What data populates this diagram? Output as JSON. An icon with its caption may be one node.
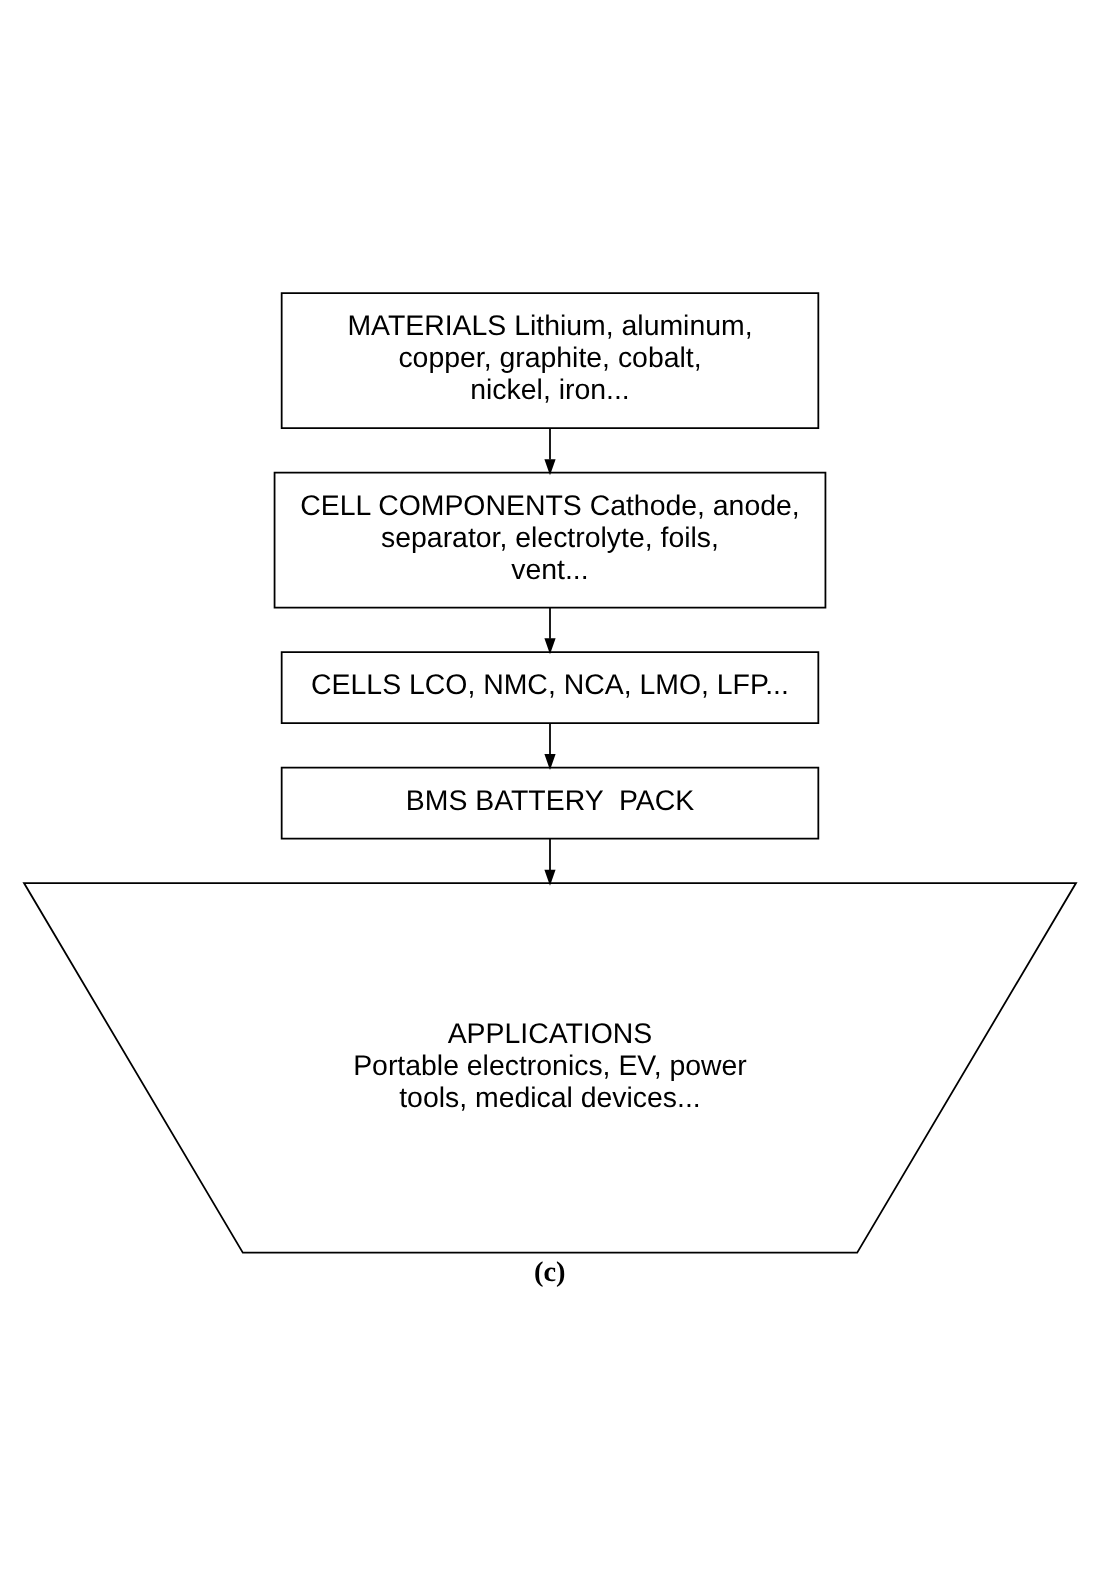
{
  "diagram": {
    "caption": "(c)",
    "nodes": [
      {
        "text": [
          "MATERIALS Lithium, aluminum, copper, graphite, cobalt, nickel, iron..."
        ]
      },
      {
        "text": [
          "CELL COMPONENTS Cathode, anode, separator, electrolyte, foils, vent..."
        ]
      },
      {
        "text": [
          "CELLS LCO, NMC, NCA, LMO, LFP..."
        ]
      },
      {
        "text": [
          "BMS BATTERY  PACK"
        ]
      },
      {
        "text": [
          "APPLICATIONS",
          "Portable electronics, EV, power tools, medical devices..."
        ]
      }
    ],
    "edges": [
      {
        "from": 0,
        "to": 1,
        "arrow": "to"
      },
      {
        "from": 1,
        "to": 2,
        "arrow": "to"
      },
      {
        "from": 2,
        "to": 3,
        "arrow": "to"
      },
      {
        "from": 3,
        "to": 4,
        "arrow": "to"
      }
    ]
  }
}
